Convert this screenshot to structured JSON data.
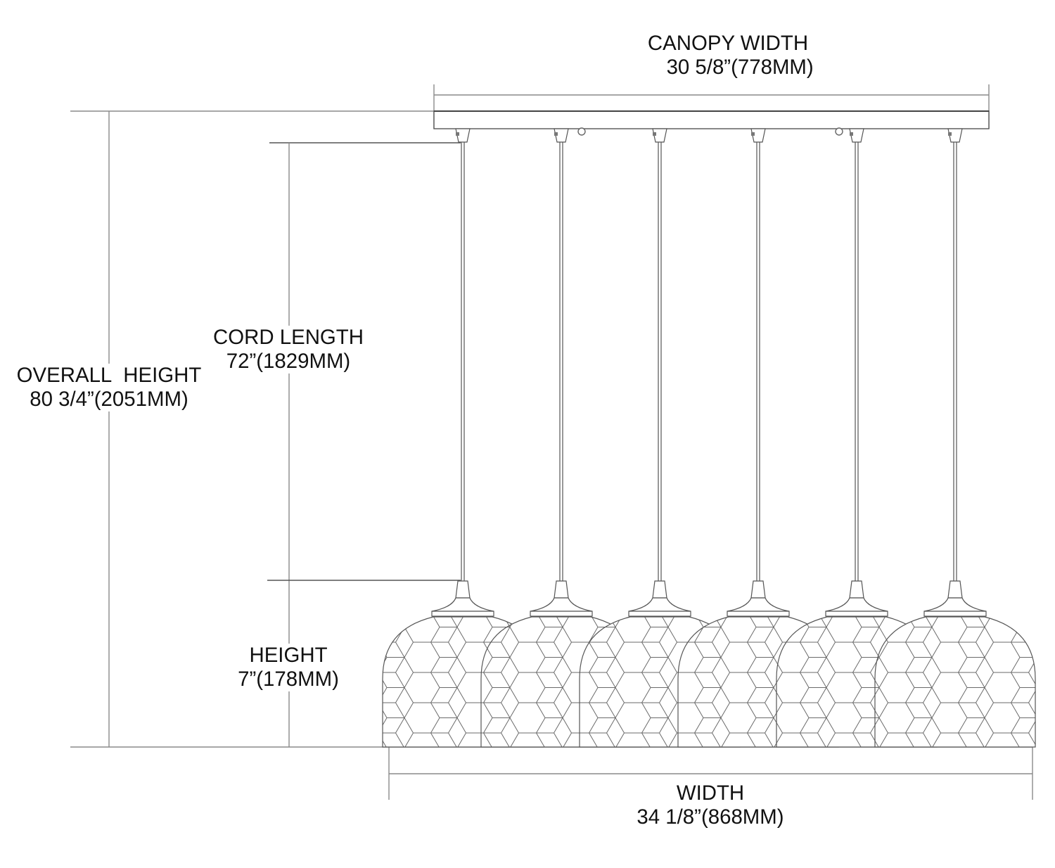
{
  "title": "Six-light linear pendant dimension drawing",
  "dimensions": {
    "canopy_width": {
      "label": "CANOPY WIDTH",
      "value": "30 5/8”(778MM)"
    },
    "cord_length": {
      "label": "CORD LENGTH",
      "value": "72”(1829MM)"
    },
    "overall_height": {
      "label_line1": "OVERALL",
      "label_line2": "HEIGHT",
      "value": "80 3/4”(2051MM)"
    },
    "height": {
      "label": "HEIGHT",
      "value": "7”(178MM)"
    },
    "width": {
      "label": "WIDTH",
      "value": "34 1/8”(868MM)"
    }
  },
  "fixture": {
    "pendant_count": 6,
    "shade_pattern": "hexagon",
    "canopy_screw_count": 2
  },
  "colors": {
    "line": "#555555",
    "dim_line": "#8a8a8a",
    "text": "#111111",
    "background": "#ffffff"
  }
}
